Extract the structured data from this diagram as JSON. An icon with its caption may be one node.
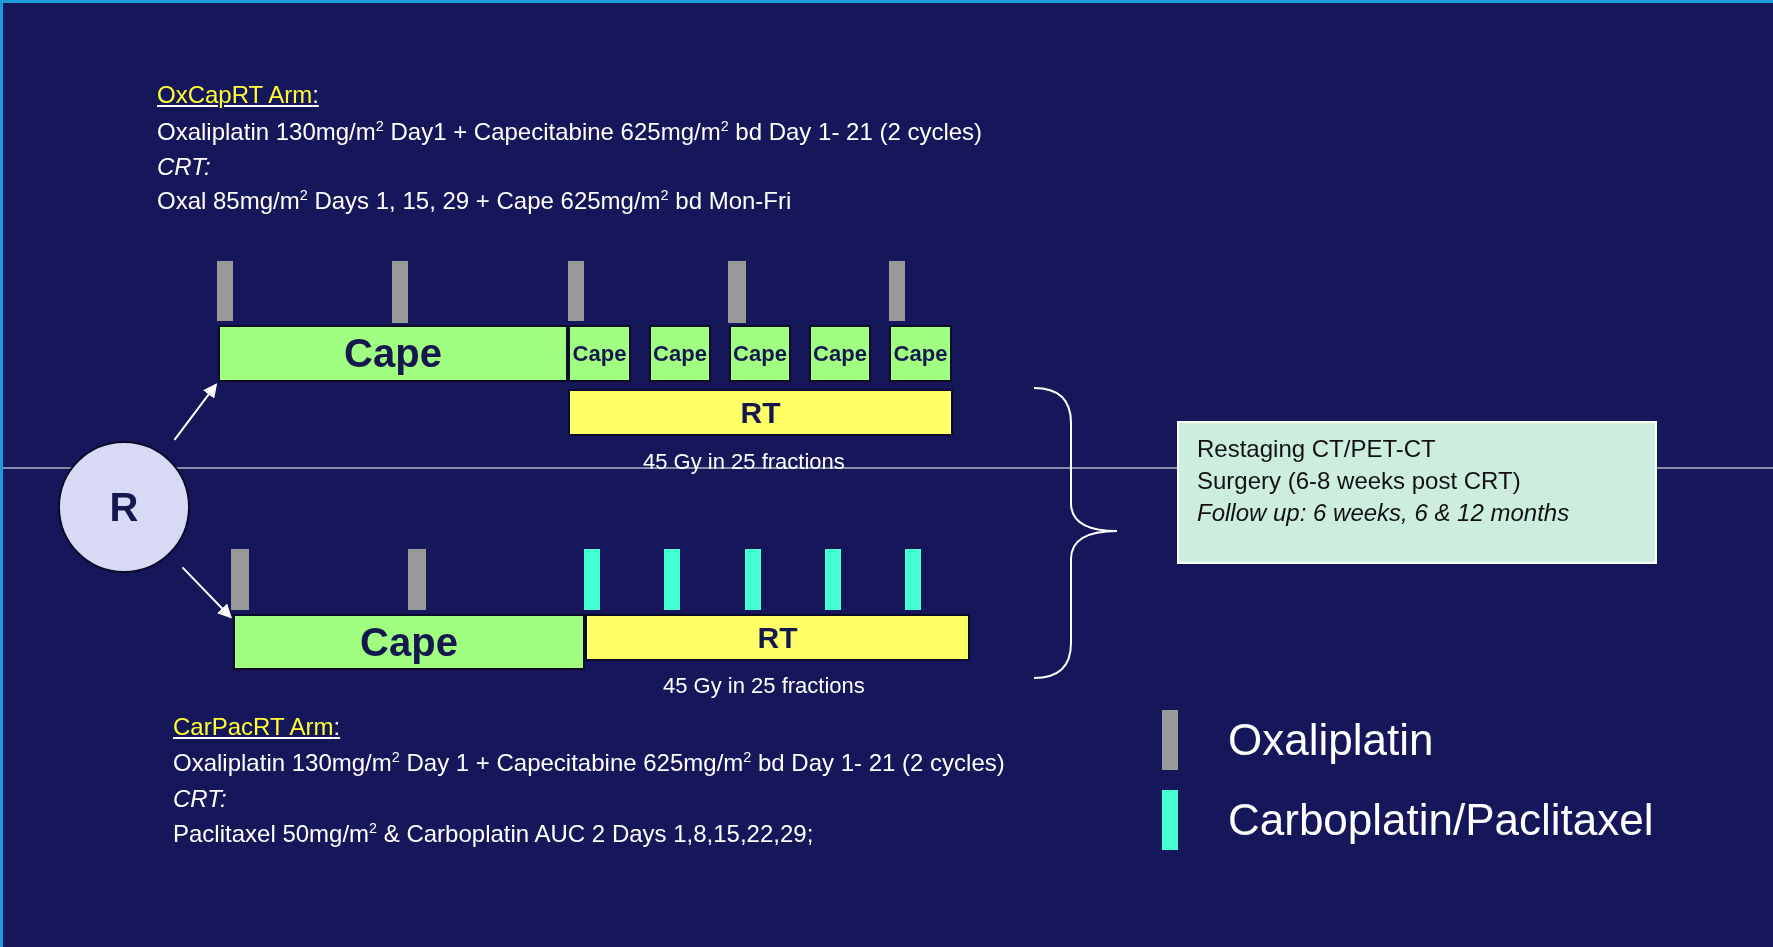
{
  "diagram": {
    "nodes": [
      {
        "text": [
          "R"
        ]
      },
      {
        "text": [
          "Cape"
        ]
      },
      {
        "text": [
          "Cape"
        ]
      },
      {
        "text": [
          "Cape"
        ]
      },
      {
        "text": [
          "Cape"
        ]
      },
      {
        "text": [
          "Cape"
        ]
      },
      {
        "text": [
          "Cape"
        ]
      },
      {
        "text": [
          "RT"
        ],
        "beside": [
          "45 Gy in 25 fractions"
        ]
      },
      {
        "text": [
          "Cape"
        ]
      },
      {
        "text": [
          "RT"
        ],
        "beside": [
          "45 Gy in 25 fractions"
        ]
      },
      {
        "text": [
          "Restaging CT/PET-CT",
          "Surgery (6-8 weeks post CRT)",
          "Follow up: 6 weeks, 6 & 12 months"
        ]
      }
    ],
    "edges": [
      {
        "from": 0,
        "to": 1,
        "arrow": "to"
      },
      {
        "from": 0,
        "to": 8,
        "arrow": "to"
      }
    ],
    "labels": [
      "OxCapRT Arm:",
      "Oxaliplatin 130mg/m$^{2}$ Day1 + Capecitabine 625mg/m$^{2}$ bd Day 1- 21 (2 cycles)",
      "CRT:",
      "Oxal 85mg/m$^{2}$ Days 1, 15, 29 + Cape 625mg/m$^{2}$ bd Mon-Fri",
      "CarPacRT Arm:",
      "Oxaliplatin 130mg/m$^{2}$ Day 1 + Capecitabine 625mg/m$^{2}$ bd Day 1- 21 (2 cycles)",
      "CRT:",
      "Paclitaxel 50mg/m$^{2}$ & Carboplatin AUC 2 Days 1,8,15,22,29;"
    ],
    "legend": [
      {
        "text": "Oxaliplatin",
        "color": "#999999"
      },
      {
        "text": "Carboplatin/Paclitaxel",
        "color": "#44ffd2"
      }
    ]
  }
}
